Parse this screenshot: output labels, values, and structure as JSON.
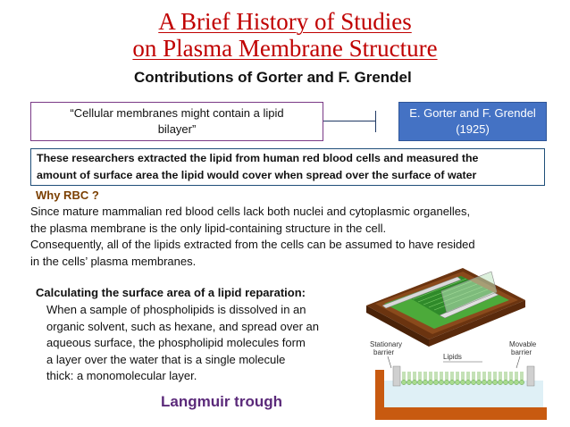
{
  "title_line1": "A Brief History of Studies",
  "title_line2": "on Plasma Membrane Structure",
  "subtitle": "Contributions of Gorter and F. Grendel",
  "quote": {
    "line1": "“Cellular membranes might contain a lipid",
    "line2": "bilayer”"
  },
  "authors": {
    "line1": "E. Gorter and F. Grendel",
    "line2": "(1925)"
  },
  "research": {
    "line1": "These researchers extracted the lipid from human red blood cells and measured the",
    "line2": "amount of surface area the lipid would cover when spread over the surface of water"
  },
  "why_rbc": {
    "heading": "Why RBC ?",
    "lines": [
      "Since mature mammalian red blood cells lack both nuclei and cytoplasmic organelles,",
      "the plasma membrane is the only lipid-containing structure in the cell.",
      "Consequently, all of the lipids extracted from the cells can be assumed to have resided",
      "in the cells’ plasma membranes."
    ]
  },
  "calculating": {
    "heading": "Calculating  the surface area of a lipid reparation:",
    "lines": [
      "When a sample of phospholipids is dissolved in an",
      "organic solvent, such as hexane, and spread over an",
      "aqueous surface, the phospholipid molecules form",
      "a layer over the water that is a single molecule",
      "thick: a monomolecular layer."
    ]
  },
  "figure": {
    "label_stationary_1": "Stationary",
    "label_stationary_2": "barrier",
    "label_lipids": "Lipids",
    "label_movable_1": "Movable",
    "label_movable_2": "barrier"
  },
  "langmuir_label": "Langmuir trough",
  "colors": {
    "title": "#c00000",
    "author_box": "#4472c4",
    "why_heading": "#7b3f00",
    "langmuir": "#5b2a7a"
  }
}
